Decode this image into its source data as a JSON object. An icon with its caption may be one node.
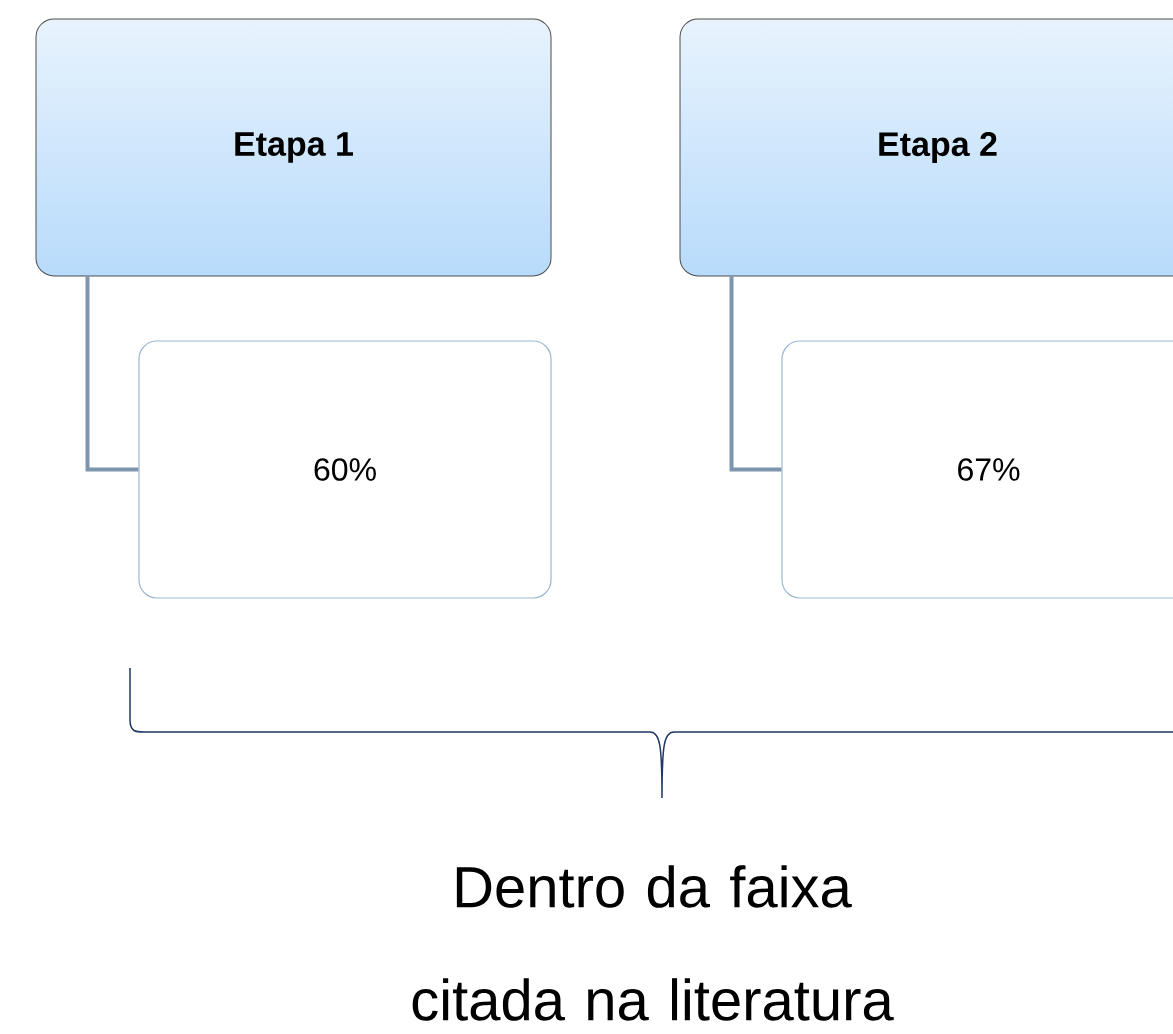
{
  "diagram": {
    "nodes": [
      {
        "text": [
          "Etapa 1"
        ]
      },
      {
        "text": [
          "60%"
        ]
      },
      {
        "text": [
          "Etapa 2"
        ]
      },
      {
        "text": [
          "67%"
        ]
      }
    ],
    "edges": [
      {
        "from": 0,
        "to": 1,
        "arrow": "none"
      },
      {
        "from": 2,
        "to": 3,
        "arrow": "none"
      }
    ],
    "labels": [
      "Dentro da faixa citada na literatura"
    ]
  }
}
